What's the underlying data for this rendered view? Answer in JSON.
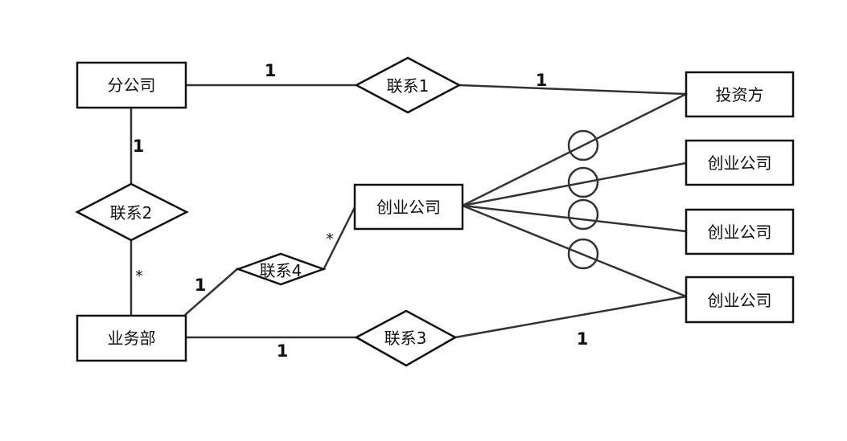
{
  "entities": {
    "branch": "分公司",
    "investor": "投资方",
    "startup_center": "创业公司",
    "startup_1": "创业公司",
    "startup_2": "创业公司",
    "startup_3": "创业公司",
    "business_dept": "业务部"
  },
  "relationships": {
    "r1": "联系1",
    "r2": "联系2",
    "r3": "联系3",
    "r4": "联系4"
  },
  "cardinalities": {
    "branch_r1": "1",
    "r1_investor": "1",
    "branch_r2": "1",
    "r2_dept": "*",
    "dept_r4": "1",
    "r4_startup": "*",
    "dept_r3": "1",
    "r3_startup": "1"
  },
  "colors": {
    "line": "#333333",
    "shape_stroke": "#111111",
    "background": "#ffffff"
  }
}
